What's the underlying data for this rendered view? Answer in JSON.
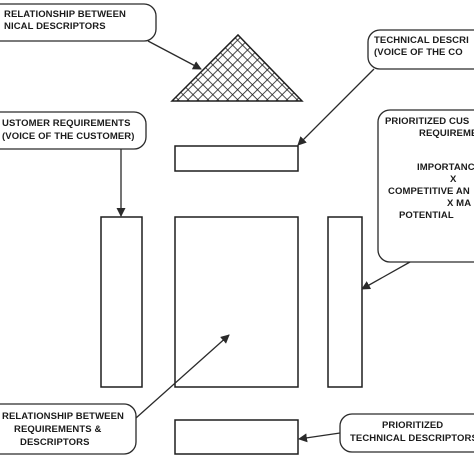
{
  "callouts": {
    "relationship_between_technical_descriptors": {
      "line1": "RELATIONSHIP BETWEEN",
      "line2": "NICAL DESCRIPTORS"
    },
    "technical_descriptors": {
      "line1": "TECHNICAL DESCRI",
      "line2": "(VOICE OF THE CO"
    },
    "customer_requirements": {
      "line1": "USTOMER REQUIREMENTS",
      "line2": "(VOICE OF THE CUSTOMER)"
    },
    "prioritized_customer_requirements": {
      "line1": "PRIORITIZED CUS",
      "line2": "REQUIREME",
      "line3": "IMPORTANC",
      "line4": "X",
      "line5": "COMPETITIVE AN",
      "line6": "X MA",
      "line7": "POTENTIAL"
    },
    "relationship_between_requirements_descriptors": {
      "line1": "RELATIONSHIP BETWEEN",
      "line2": "REQUIREMENTS &",
      "line3": "DESCRIPTORS"
    },
    "prioritized_technical_descriptors": {
      "line1": "PRIORITIZED",
      "line2": "TECHNICAL DESCRIPTORS"
    }
  },
  "colors": {
    "line": "#2a2a2a",
    "box_fill": "#ffffff",
    "roof_fill": "#1e1e1e"
  }
}
